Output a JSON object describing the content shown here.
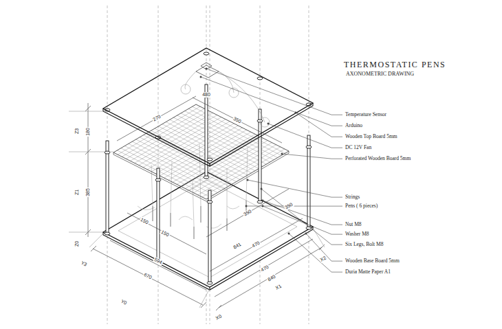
{
  "diagram": {
    "title": "THERMOSTATIC PENS",
    "labels": [
      "AXONOMETRIC DRAWING",
      "Temperature Sensor",
      "Arduino",
      "Wooden Top Board 5mm",
      "DC 12V Fan",
      "Perforated Wooden Board 5mm",
      "Strings",
      "Pens ( 6 pieces)",
      "Nut M8",
      "Washer M8",
      "Six Legs, Bolt M8",
      "Wooden Base Board 5mm",
      "Duria Matte Paper A1",
      "Z3",
      "180",
      "Z1",
      "385",
      "Z0",
      "Y3",
      "594",
      "670",
      "Y0",
      "X0",
      "470",
      "840",
      "470",
      "841",
      "X1",
      "X2",
      "270",
      "350",
      "480",
      "150",
      "150",
      "350",
      "350"
    ]
  }
}
